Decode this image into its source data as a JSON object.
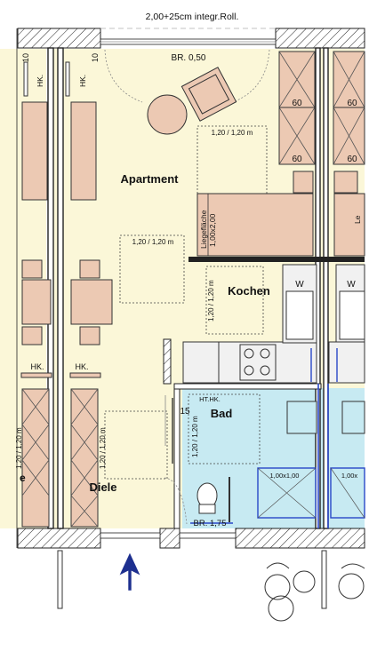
{
  "top_note": "2,00+25cm integr.Roll.",
  "rooms": {
    "apartment": "Apartment",
    "kitchen": "Kochen",
    "bath": "Bad",
    "hall": "Diele"
  },
  "labels": {
    "window_top": "BR. 0,50",
    "window_bath": "BR. 1,75",
    "clearance_upper": "1,20 / 1,20 m",
    "clearance_middle": "1,20 / 1,20 m",
    "clearance_kitchen": "1,20 / 1,20 m",
    "clearance_hall": "1,20 / 1,20 m",
    "clearance_bath": "1,20 / 1,20 m",
    "clearance_neighbor": "1,20 / 1,20 m",
    "bed_line1": "Liegefläche",
    "bed_line2": "1,00x2,00",
    "shower": "1,00x1,00",
    "shower_neighbor": "1,00x",
    "sink": "W",
    "sink_neighbor": "W",
    "heater_top_1": "HK.",
    "heater_top_2": "HK.",
    "heater_mid_1": "HK.",
    "heater_mid_2": "HK.",
    "heater_bath": "HT.HK.",
    "dim_10_left": "10",
    "dim_10_right": "10",
    "dim_15": "15",
    "cabinet_60_a": "60",
    "cabinet_60_b": "60",
    "cabinet_60_c": "60",
    "cabinet_60_d": "60",
    "edge_e": "e",
    "edge_le": "Le"
  },
  "colors": {
    "floor": "#fbf7d8",
    "furniture": "#ecc9b3",
    "bath": "#c7eaf2",
    "wall": "#222222",
    "entry_arrow": "#1d2f8f"
  }
}
